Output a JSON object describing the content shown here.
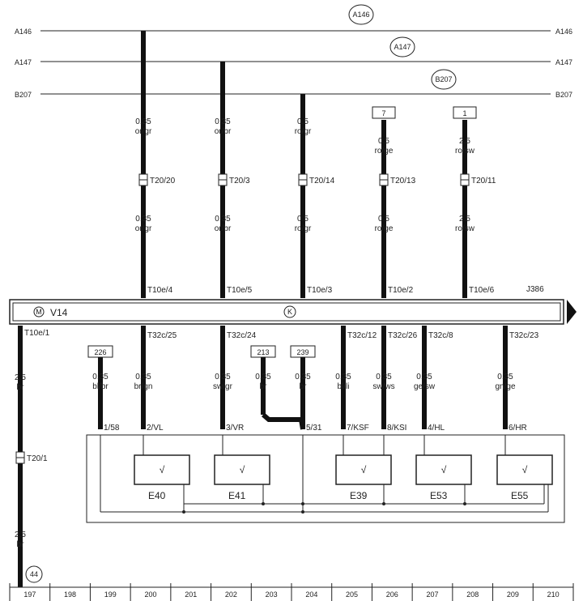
{
  "buses": [
    {
      "label": "A146",
      "circle": "A146"
    },
    {
      "label": "A147",
      "circle": "A147"
    },
    {
      "label": "B207",
      "circle": "B207"
    }
  ],
  "top_boxes": [
    "7",
    "1"
  ],
  "top_wires": [
    {
      "upper_spec": "0.35",
      "upper_color": "or/gr",
      "connector": "T20/20",
      "lower_spec": "0.35",
      "lower_color": "or/gr",
      "pin": "T10e/4"
    },
    {
      "upper_spec": "0.35",
      "upper_color": "or/br",
      "connector": "T20/3",
      "lower_spec": "0.35",
      "lower_color": "or/br",
      "pin": "T10e/5"
    },
    {
      "upper_spec": "0.5",
      "upper_color": "ro/gr",
      "connector": "T20/14",
      "lower_spec": "0.5",
      "lower_color": "ro/gr",
      "pin": "T10e/3"
    },
    {
      "upper_spec": "0.5",
      "upper_color": "ro/ge",
      "connector": "T20/13",
      "lower_spec": "0.5",
      "lower_color": "ro/ge",
      "pin": "T10e/2"
    },
    {
      "upper_spec": "2.5",
      "upper_color": "ro/sw",
      "connector": "T20/11",
      "lower_spec": "2.5",
      "lower_color": "ro/sw",
      "pin": "T10e/6"
    }
  ],
  "module": {
    "label": "V14",
    "ref": "J386"
  },
  "left_wire": {
    "pin": "T10e/1",
    "upper_spec": "2.5",
    "upper_color": "br",
    "connector": "T20/1",
    "lower_spec": "2.5",
    "lower_color": "br",
    "ground": "44"
  },
  "bottom_boxes": [
    "226",
    "213",
    "239"
  ],
  "bottom_wires": [
    {
      "spec": "0.35",
      "color": "bl/br",
      "bottom": "1/58"
    },
    {
      "pin": "T32c/25",
      "spec": "0.35",
      "color": "br/gn",
      "bottom": "2/VL"
    },
    {
      "pin": "T32c/24",
      "spec": "0.35",
      "color": "sw/gr",
      "bottom": "3/VR"
    },
    {
      "spec": "0.35",
      "color": "br"
    },
    {
      "spec": "0.35",
      "color": "br",
      "bottom": "5/31"
    },
    {
      "pin": "T32c/12",
      "spec": "0.35",
      "color": "bl/li",
      "bottom": "7/KSF"
    },
    {
      "pin": "T32c/26",
      "spec": "0.35",
      "color": "sw/ws",
      "bottom": "8/KSI"
    },
    {
      "pin": "T32c/8",
      "spec": "0.35",
      "color": "ge/sw",
      "bottom": "4/HL"
    },
    {
      "pin": "T32c/23",
      "spec": "0.35",
      "color": "gn/ge",
      "bottom": "6/HR"
    }
  ],
  "components": [
    "E40",
    "E41",
    "E39",
    "E53",
    "E55"
  ],
  "switch_symbol": "√",
  "k_symbol": "K",
  "m_symbol": "M",
  "ruler": [
    "197",
    "198",
    "199",
    "200",
    "201",
    "202",
    "203",
    "204",
    "205",
    "206",
    "207",
    "208",
    "209",
    "210"
  ]
}
